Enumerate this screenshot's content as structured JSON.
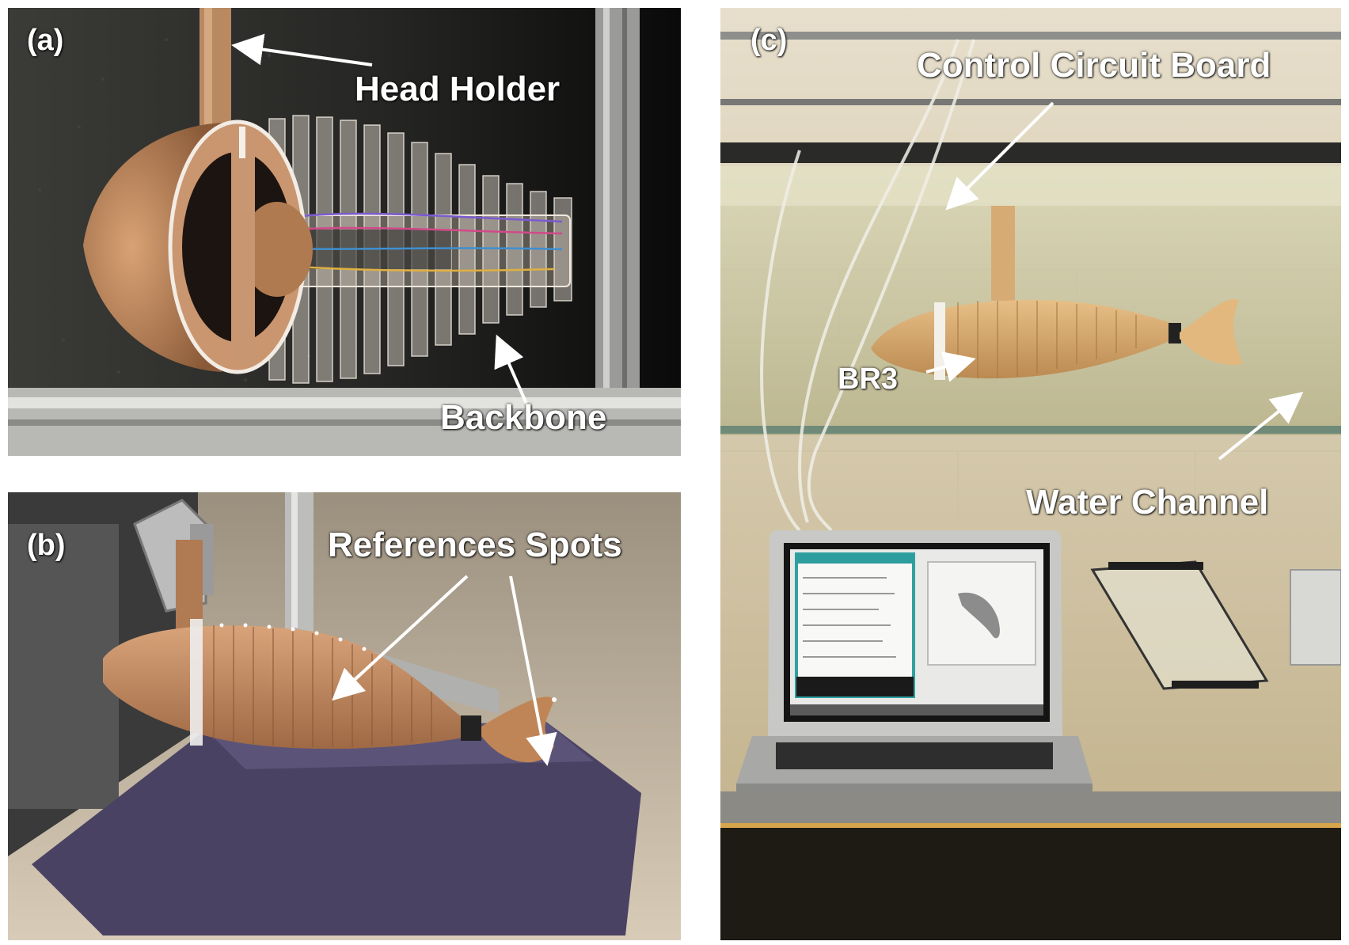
{
  "panels": {
    "a": {
      "tag": "(a)",
      "labels": {
        "head_holder": "Head Holder",
        "backbone": "Backbone"
      }
    },
    "b": {
      "tag": "(b)",
      "labels": {
        "reference_spots": "References Spots"
      }
    },
    "c": {
      "tag": "(c)",
      "labels": {
        "control_board": "Control Circuit Board",
        "br3": "BR3",
        "water_channel": "Water Channel"
      }
    }
  },
  "colors": {
    "label_text": "#ffffff",
    "fish_skin": "#c98f62",
    "acrylic": "#e9e2d6",
    "mat": "#4a4262"
  }
}
